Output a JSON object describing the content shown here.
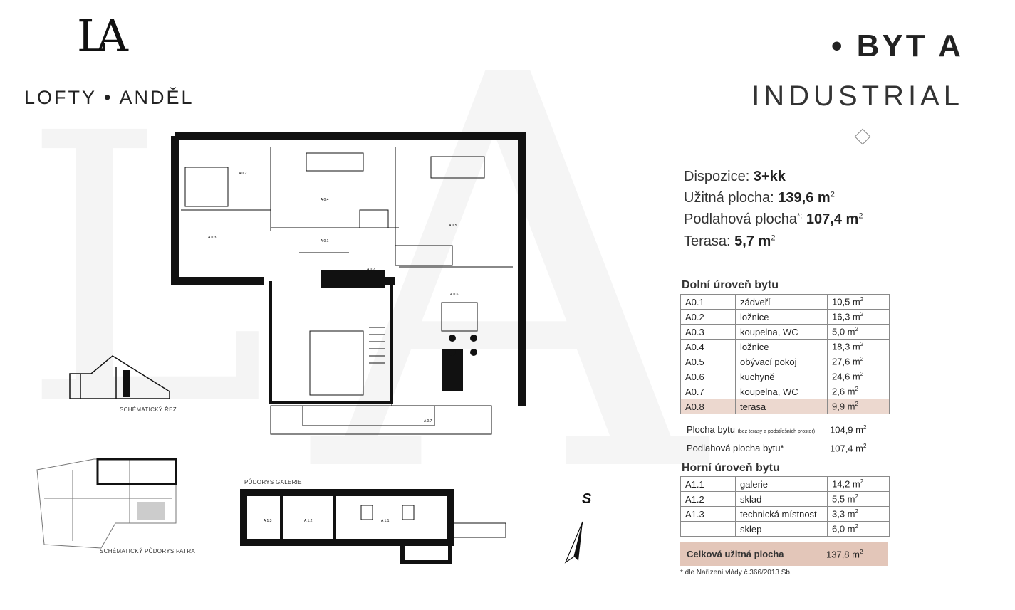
{
  "logo": {
    "mark": "LA",
    "brand": "LOFTY • ANDĚL"
  },
  "header": {
    "title": "• BYT A",
    "subtitle": "INDUSTRIAL"
  },
  "specs": {
    "layout_label": "Dispozice:",
    "layout_value": "3+kk",
    "usable_label": "Užitná plocha:",
    "usable_value": "139,6 m",
    "floor_label": "Podlahová plocha",
    "floor_star": "*:",
    "floor_value": "107,4 m",
    "terrace_label": "Terasa:",
    "terrace_value": "5,7 m",
    "sup": "2"
  },
  "lower": {
    "title": "Dolní úroveň bytu",
    "rows": [
      {
        "code": "A0.1",
        "name": "zádveří",
        "area": "10,5 m"
      },
      {
        "code": "A0.2",
        "name": "ložnice",
        "area": "16,3 m"
      },
      {
        "code": "A0.3",
        "name": "koupelna, WC",
        "area": "5,0 m"
      },
      {
        "code": "A0.4",
        "name": "ložnice",
        "area": "18,3 m"
      },
      {
        "code": "A0.5",
        "name": "obývací pokoj",
        "area": "27,6 m"
      },
      {
        "code": "A0.6",
        "name": "kuchyně",
        "area": "24,6 m"
      },
      {
        "code": "A0.7",
        "name": "koupelna, WC",
        "area": "2,6 m"
      },
      {
        "code": "A0.8",
        "name": "terasa",
        "area": "9,9 m"
      }
    ],
    "apt_area_label": "Plocha bytu",
    "apt_area_note": "(bez terasy a podstřešních prostor)",
    "apt_area_value": "104,9 m",
    "floor_area_label": "Podlahová plocha bytu*",
    "floor_area_value": "107,4 m"
  },
  "upper": {
    "title": "Horní úroveň bytu",
    "rows": [
      {
        "code": "A1.1",
        "name": "galerie",
        "area": "14,2 m"
      },
      {
        "code": "A1.2",
        "name": "sklad",
        "area": "5,5 m"
      },
      {
        "code": "A1.3",
        "name": "technická místnost",
        "area": "3,3 m"
      },
      {
        "code": "",
        "name": "sklep",
        "area": "6,0 m"
      }
    ]
  },
  "total": {
    "label": "Celková užitná plocha",
    "value": "137,8 m"
  },
  "footnote": "* dle Nařízení vlády č.366/2013 Sb.",
  "captions": {
    "section": "SCHÉMATICKÝ ŘEZ",
    "floorplan": "SCHÉMATICKÝ PŮDORYS PATRA",
    "gallery": "PŮDORYS GALERIE"
  },
  "plan_labels": {
    "a01": "A 0.1",
    "a02": "A 0.2",
    "a03": "A 0.3",
    "a04": "A 0.4",
    "a05": "A 0.5",
    "a06": "A 0.6",
    "a07": "A 0.7",
    "a08": "A 0.7",
    "a11": "A 1.1",
    "a12": "A 1.2",
    "a13": "A 1.3"
  },
  "north": "S"
}
